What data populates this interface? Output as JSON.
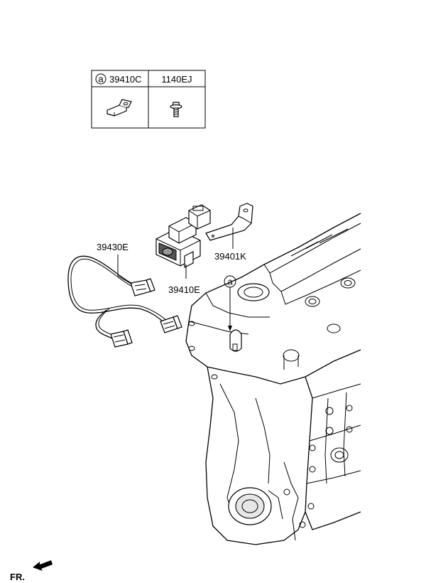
{
  "legend_table": {
    "callout_letter": "a",
    "col1_part": "39410C",
    "col2_part": "1140EJ"
  },
  "callouts": {
    "harness": "39430E",
    "sensor": "39410E",
    "bracket": "39401K",
    "engine_marker": "a"
  },
  "front_indicator": {
    "label": "FR."
  }
}
